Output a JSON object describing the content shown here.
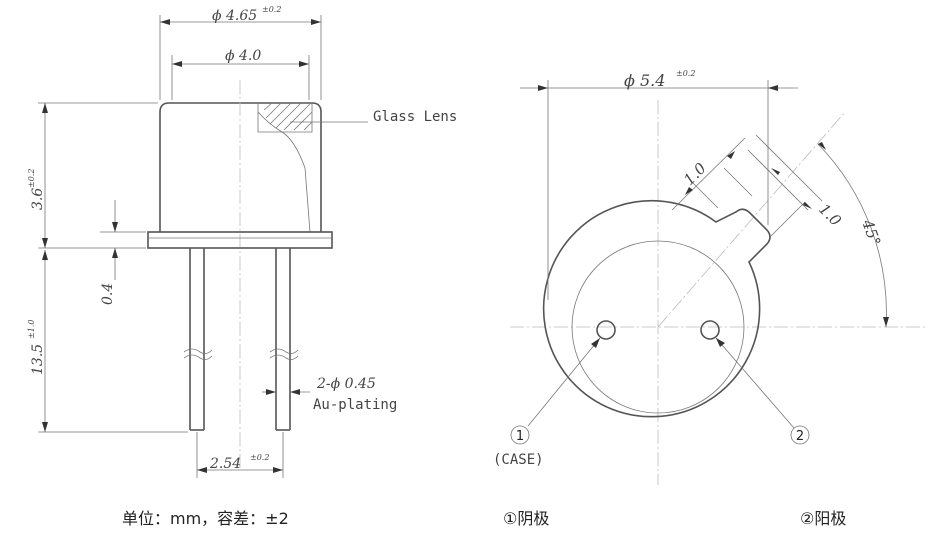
{
  "left_view": {
    "dim_outer_diameter": "ϕ 4.65",
    "dim_outer_diameter_tol": "±0.2",
    "dim_inner_diameter": "ϕ 4.0",
    "glass_lens_label": "Glass Lens",
    "dim_cap_height": "3.6",
    "dim_cap_height_tol": "±0.2",
    "dim_flange": "0.4",
    "dim_lead_length": "13.5",
    "dim_lead_length_tol": "±1.0",
    "dim_lead_diameter": "2-ϕ 0.45",
    "lead_plating": "Au-plating",
    "dim_lead_spacing": "2.54",
    "dim_lead_spacing_tol": "±0.2"
  },
  "right_view": {
    "dim_flange_diameter": "ϕ 5.4",
    "dim_flange_diameter_tol": "±0.2",
    "dim_tab_width": "1.0",
    "dim_tab_length": "1.0",
    "dim_tab_angle": "45°",
    "pin1_number": "1",
    "pin1_case": "(CASE)",
    "pin2_number": "2"
  },
  "footer": {
    "units_note": "单位：mm，容差：±2",
    "pin1_legend": "①阴极",
    "pin2_legend": "②阳极"
  }
}
